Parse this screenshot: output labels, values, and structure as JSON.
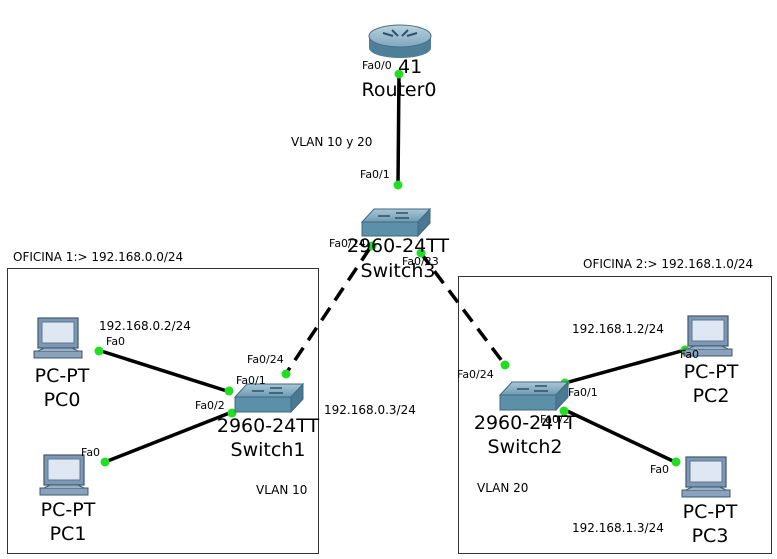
{
  "areas": {
    "office1": {
      "label": "OFICINA 1:> 192.168.0.0/24",
      "vlan_label": "VLAN 10"
    },
    "office2": {
      "label": "OFICINA 2:> 192.168.1.0/24",
      "vlan_label": "VLAN 20"
    }
  },
  "trunk_label": "VLAN 10 y 20",
  "devices": {
    "router0": {
      "model": "41",
      "name": "Router0"
    },
    "switch3": {
      "model": "2960-24TT",
      "name": "Switch3"
    },
    "switch1": {
      "model": "2960-24TT",
      "name": "Switch1",
      "ip": "192.168.0.3/24"
    },
    "switch2": {
      "model": "2960-24TT",
      "name": "Switch2"
    },
    "pc0": {
      "model": "PC-PT",
      "name": "PC0",
      "ip": "192.168.0.2/24"
    },
    "pc1": {
      "model": "PC-PT",
      "name": "PC1"
    },
    "pc2": {
      "model": "PC-PT",
      "name": "PC2",
      "ip": "192.168.1.2/24"
    },
    "pc3": {
      "model": "PC-PT",
      "name": "PC3",
      "ip": "192.168.1.3/24"
    }
  },
  "ports": {
    "router_fa00": "Fa0/0",
    "sw3_fa01": "Fa0/1",
    "sw3_fa024": "Fa0/24",
    "sw3_fa023": "Fa0/23",
    "sw1_fa024": "Fa0/24",
    "sw1_fa01": "Fa0/1",
    "sw1_fa02": "Fa0/2",
    "pc0_fa0": "Fa0",
    "pc1_fa0": "Fa0",
    "sw2_fa024": "Fa0/24",
    "sw2_fa01": "Fa0/1",
    "sw2_fa02": "Fa0/2",
    "pc2_fa0": "Fa0",
    "pc3_fa0": "Fa0"
  },
  "colors": {
    "link": "#000000",
    "link_up": "#22dd22",
    "router_body": "#5f8ea6",
    "switch_body": "#5c8fa8",
    "pc_body": "#7e98b4",
    "pc_screen": "#dfe8f2"
  }
}
